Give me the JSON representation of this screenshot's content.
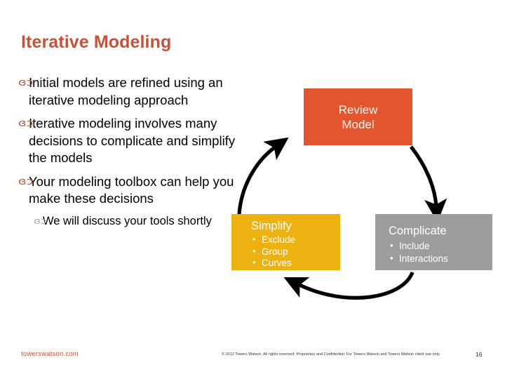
{
  "slide": {
    "title": "Iterative Modeling",
    "title_color": "#c4533a",
    "background": "#ffffff"
  },
  "body": {
    "bullet_glyph": "ɞɔ",
    "sub_bullet_glyph": "ɞɔ",
    "items": [
      {
        "level": 1,
        "text": "Initial models are refined using an iterative modeling approach"
      },
      {
        "level": 1,
        "text": "Iterative modeling involves many decisions to complicate and simplify the models"
      },
      {
        "level": 1,
        "text": "Your modeling toolbox can help you make these decisions"
      },
      {
        "level": 2,
        "text": "We will discuss your tools shortly"
      }
    ]
  },
  "cycle": {
    "direction": "clockwise",
    "nodes": [
      {
        "id": "review-model",
        "label": "Review\nModel",
        "title": "Review Model",
        "color": "#e2552f",
        "text_color": "#fdf8f2",
        "items": []
      },
      {
        "id": "complicate",
        "title": "Complicate",
        "color": "#9d9d9d",
        "text_color": "#ffffff",
        "items": [
          "Include",
          "Interactions"
        ]
      },
      {
        "id": "simplify",
        "title": "Simplify",
        "color": "#edb111",
        "text_color": "#ffffff",
        "items": [
          "Exclude",
          "Group",
          "Curves"
        ]
      }
    ],
    "arrows": [
      {
        "from": "review-model",
        "to": "complicate"
      },
      {
        "from": "complicate",
        "to": "simplify"
      },
      {
        "from": "simplify",
        "to": "review-model"
      }
    ],
    "arrow_color": "#000000"
  },
  "footer": {
    "url": "towerswatson.com",
    "legal": "© 2012 Towers Watson. All rights reserved. Proprietary and Confidential. For Towers Watson and Towers Watson client use only.",
    "page_number": "16"
  }
}
